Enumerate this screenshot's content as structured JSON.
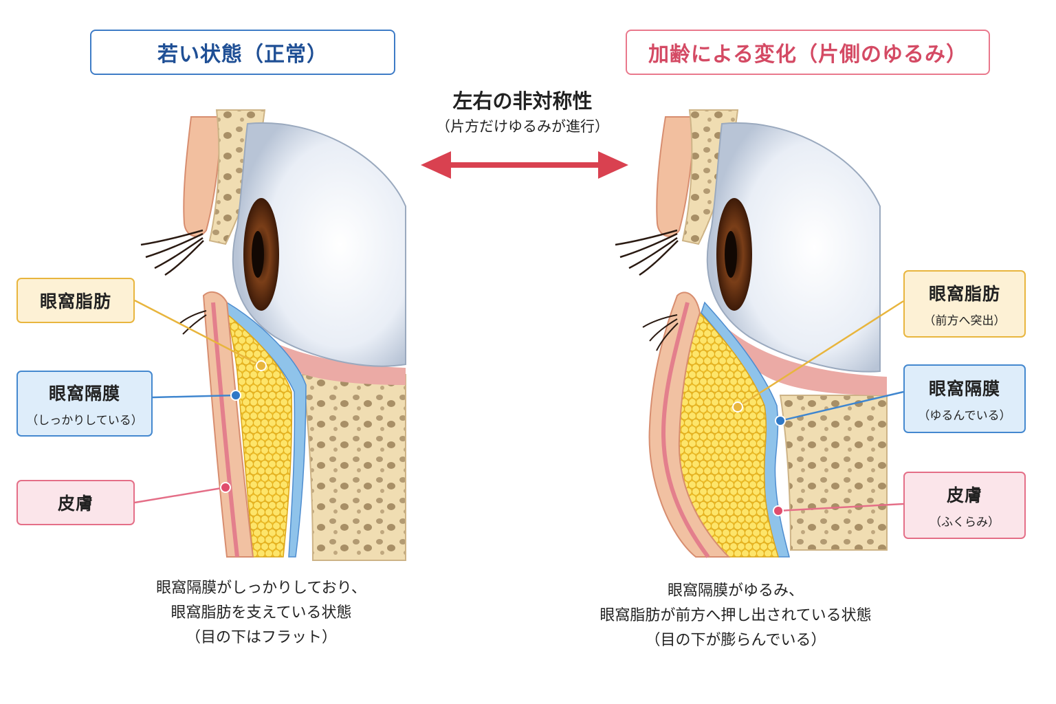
{
  "titles": {
    "left": "若い状態（正常）",
    "right": "加齢による変化（片側のゆるみ）"
  },
  "asymmetry": {
    "title": "左右の非対称性",
    "subtitle": "（片方だけゆるみが進行）"
  },
  "left_labels": {
    "fat": "眼窩脂肪",
    "septum": "眼窩隔膜",
    "septum_sub": "（しっかりしている）",
    "skin": "皮膚"
  },
  "right_labels": {
    "fat": "眼窩脂肪",
    "fat_sub": "（前方へ突出）",
    "septum": "眼窩隔膜",
    "septum_sub": "（ゆるんでいる）",
    "skin": "皮膚",
    "skin_sub": "（ふくらみ）"
  },
  "captions": {
    "left": [
      "眼窩隔膜がしっかりしており、",
      "眼窩脂肪を支えている状態",
      "（目の下はフラット）"
    ],
    "right": [
      "眼窩隔膜がゆるみ、",
      "眼窩脂肪が前方へ押し出されている状態",
      "（目の下が膨らんでいる）"
    ]
  },
  "colors": {
    "normal": "#3d7bc6",
    "aging": "#e9788c",
    "fat": "#f6cf3a",
    "septum": "#8fc3ea",
    "skin": "#e9919a",
    "bone": "#f1dfb6",
    "arrow": "#d94150"
  }
}
